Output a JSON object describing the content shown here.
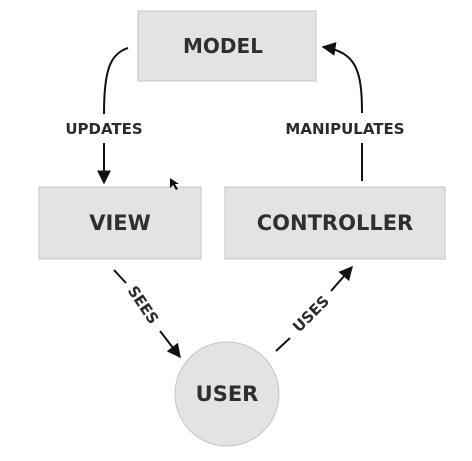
{
  "diagram": {
    "nodes": {
      "model": "MODEL",
      "view": "VIEW",
      "controller": "CONTROLLER",
      "user": "USER"
    },
    "edges": {
      "updates": "UPDATES",
      "manipulates": "MANIPULATES",
      "sees": "SEES",
      "uses": "USES"
    },
    "colors": {
      "box_fill": "#e3e3e3",
      "box_border": "#c4c4c4",
      "text": "#2f2f2f",
      "arrow": "#111111"
    }
  }
}
